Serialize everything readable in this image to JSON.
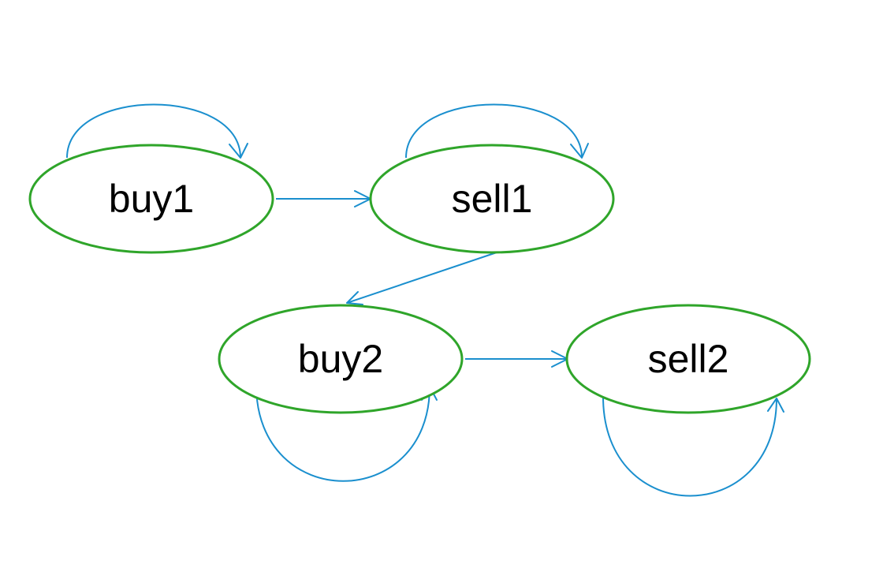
{
  "diagram": {
    "type": "state-diagram",
    "colors": {
      "node_stroke": "#2fa52a",
      "edge_stroke": "#1a8fce",
      "label_text": "#000000",
      "background": "#ffffff"
    },
    "nodes": {
      "buy1": {
        "label": "buy1"
      },
      "sell1": {
        "label": "sell1"
      },
      "buy2": {
        "label": "buy2"
      },
      "sell2": {
        "label": "sell2"
      }
    },
    "edges": [
      {
        "from": "buy1",
        "to": "buy1"
      },
      {
        "from": "buy1",
        "to": "sell1"
      },
      {
        "from": "sell1",
        "to": "sell1"
      },
      {
        "from": "sell1",
        "to": "buy2"
      },
      {
        "from": "buy2",
        "to": "buy2"
      },
      {
        "from": "buy2",
        "to": "sell2"
      },
      {
        "from": "sell2",
        "to": "sell2"
      }
    ]
  }
}
